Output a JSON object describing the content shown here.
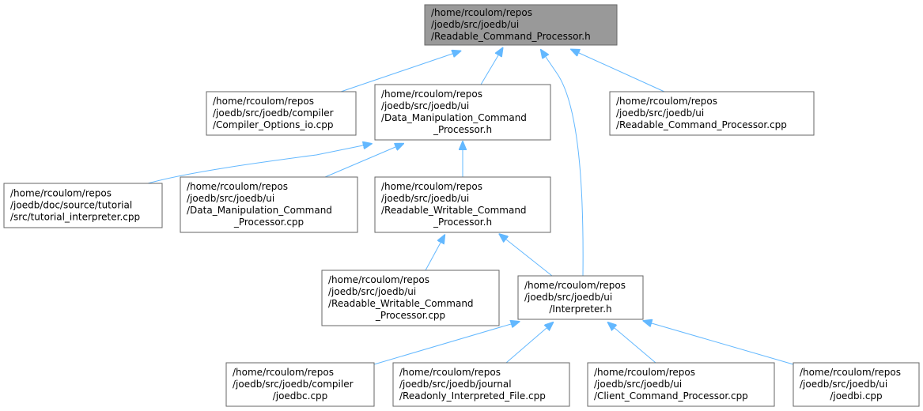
{
  "colors": {
    "root_fill": "#999999",
    "node_fill": "#ffffff",
    "node_stroke": "#666666",
    "root_stroke": "#666666",
    "edge": "#63b8ff"
  },
  "nodes": [
    {
      "id": "readable_h",
      "root": true,
      "align": "start",
      "lines": [
        "/home/rcoulom/repos",
        "/joedb/src/joedb/ui",
        "/Readable_Command_Processor.h"
      ]
    },
    {
      "id": "compiler_options_io",
      "align": "start",
      "lines": [
        "/home/rcoulom/repos",
        "/joedb/src/joedb/compiler",
        "/Compiler_Options_io.cpp"
      ]
    },
    {
      "id": "data_manip_h",
      "align": "mixed",
      "lines": [
        "/home/rcoulom/repos",
        "/joedb/src/joedb/ui",
        "/Data_Manipulation_Command",
        "_Processor.h"
      ]
    },
    {
      "id": "readable_cpp",
      "align": "start",
      "lines": [
        "/home/rcoulom/repos",
        "/joedb/src/joedb/ui",
        "/Readable_Command_Processor.cpp"
      ]
    },
    {
      "id": "tutorial_interp",
      "align": "start",
      "lines": [
        "/home/rcoulom/repos",
        "/joedb/doc/source/tutorial",
        "/src/tutorial_interpreter.cpp"
      ]
    },
    {
      "id": "data_manip_cpp",
      "align": "mixed",
      "lines": [
        "/home/rcoulom/repos",
        "/joedb/src/joedb/ui",
        "/Data_Manipulation_Command",
        "_Processor.cpp"
      ]
    },
    {
      "id": "rw_h",
      "align": "mixed",
      "lines": [
        "/home/rcoulom/repos",
        "/joedb/src/joedb/ui",
        "/Readable_Writable_Command",
        "_Processor.h"
      ]
    },
    {
      "id": "rw_cpp",
      "align": "mixed",
      "lines": [
        "/home/rcoulom/repos",
        "/joedb/src/joedb/ui",
        "/Readable_Writable_Command",
        "_Processor.cpp"
      ]
    },
    {
      "id": "interpreter_h",
      "align": "mixed",
      "lines": [
        "/home/rcoulom/repos",
        "/joedb/src/joedb/ui",
        "/Interpreter.h"
      ]
    },
    {
      "id": "joedbc",
      "align": "mixed",
      "lines": [
        "/home/rcoulom/repos",
        "/joedb/src/joedb/compiler",
        "/joedbc.cpp"
      ]
    },
    {
      "id": "readonly_interp",
      "align": "start",
      "lines": [
        "/home/rcoulom/repos",
        "/joedb/src/joedb/journal",
        "/Readonly_Interpreted_File.cpp"
      ]
    },
    {
      "id": "client_cmd",
      "align": "start",
      "lines": [
        "/home/rcoulom/repos",
        "/joedb/src/joedb/ui",
        "/Client_Command_Processor.cpp"
      ]
    },
    {
      "id": "joedbi",
      "align": "mixed",
      "lines": [
        "/home/rcoulom/repos",
        "/joedb/src/joedb/ui",
        "/joedbi.cpp"
      ]
    }
  ],
  "edges": [
    {
      "from": "compiler_options_io",
      "to": "readable_h"
    },
    {
      "from": "data_manip_h",
      "to": "readable_h"
    },
    {
      "from": "interpreter_h",
      "to": "readable_h"
    },
    {
      "from": "readable_cpp",
      "to": "readable_h"
    },
    {
      "from": "tutorial_interp",
      "to": "data_manip_h"
    },
    {
      "from": "data_manip_cpp",
      "to": "data_manip_h"
    },
    {
      "from": "rw_h",
      "to": "data_manip_h"
    },
    {
      "from": "rw_cpp",
      "to": "rw_h"
    },
    {
      "from": "interpreter_h",
      "to": "rw_h"
    },
    {
      "from": "joedbc",
      "to": "interpreter_h"
    },
    {
      "from": "readonly_interp",
      "to": "interpreter_h"
    },
    {
      "from": "client_cmd",
      "to": "interpreter_h"
    },
    {
      "from": "joedbi",
      "to": "interpreter_h"
    }
  ]
}
